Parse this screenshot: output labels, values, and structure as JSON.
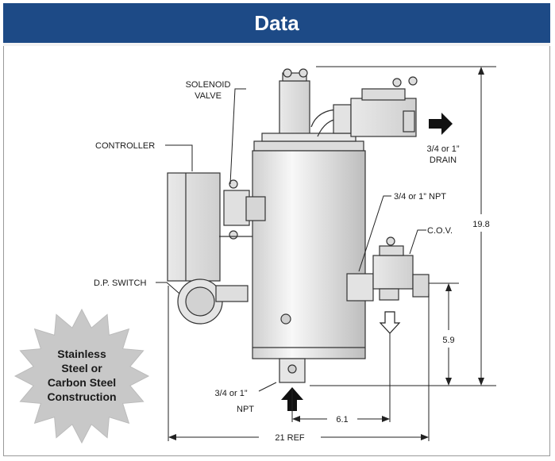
{
  "header": {
    "title": "Data"
  },
  "labels": {
    "solenoid_1": "SOLENOID",
    "solenoid_2": "VALVE",
    "controller": "CONTROLLER",
    "drain_1": "3/4 or 1”",
    "drain_2": "DRAIN",
    "npt_side": "3/4 or 1” NPT",
    "cov": "C.O.V.",
    "dp_switch": "D.P. SWITCH",
    "inlet_1": "3/4 or 1”",
    "inlet_2": "NPT"
  },
  "dimensions": {
    "height": "19.8",
    "outlet_height": "5.9",
    "inlet_offset": "6.1",
    "overall_width": "21 REF"
  },
  "badge": {
    "line1": "Stainless",
    "line2": "Steel or",
    "line3": "Carbon Steel",
    "line4": "Construction"
  },
  "colors": {
    "header_bg": "#1d4a86",
    "badge_fill": "#c8c8c8"
  }
}
